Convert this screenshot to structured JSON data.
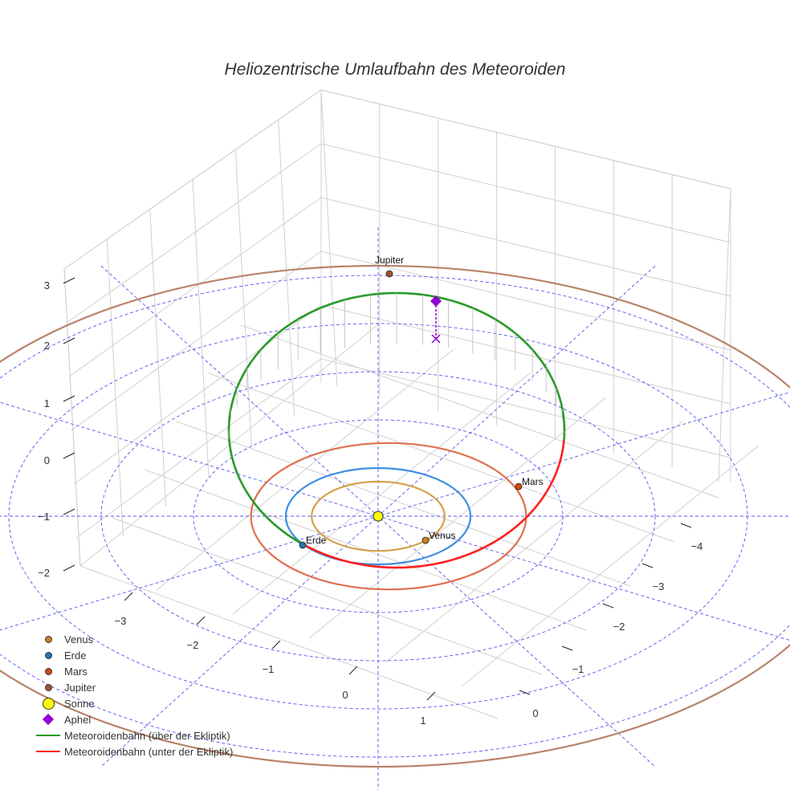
{
  "chart_data": {
    "type": "scatter3d",
    "title": "Heliozentrische Umlaufbahn des Meteoroiden",
    "axes": {
      "x": {
        "ticks": [
          "−3",
          "−2",
          "−1",
          "0",
          "1"
        ]
      },
      "y": {
        "ticks": [
          "−4",
          "−3",
          "−2",
          "−1",
          "0"
        ]
      },
      "z": {
        "ticks": [
          "3",
          "2",
          "1",
          "0",
          "−1",
          "−2"
        ]
      }
    },
    "planets": [
      {
        "name": "Venus",
        "orbit_au": 0.72,
        "color": "#d4a04a",
        "marker_color": "#c8801a"
      },
      {
        "name": "Erde",
        "orbit_au": 1.0,
        "color": "#3d8ee0",
        "marker_color": "#1f77b4"
      },
      {
        "name": "Mars",
        "orbit_au": 1.52,
        "color": "#e07050",
        "marker_color": "#d04a10"
      },
      {
        "name": "Jupiter",
        "orbit_au": 5.2,
        "color": "#b8836a",
        "marker_color": "#a0522d"
      }
    ],
    "sun": {
      "name": "Sonne",
      "color": "#ffff00"
    },
    "aphel": {
      "name": "Aphel",
      "color": "#9400d3"
    },
    "meteoroid": {
      "above_label": "Meteoroidenbahn (über der Ekliptik)",
      "above_color": "#2a9a2a",
      "below_label": "Meteoroidenbahn (unter der Ekliptik)",
      "below_color": "#ff2020"
    },
    "grid_rings_au": [
      1,
      2,
      3,
      4,
      5
    ],
    "legend": [
      "Venus",
      "Erde",
      "Mars",
      "Jupiter",
      "Sonne",
      "Aphel",
      "Meteoroidenbahn (über der Ekliptik)",
      "Meteoroidenbahn (unter der Ekliptik)"
    ],
    "legend_position": "bottom-left"
  }
}
